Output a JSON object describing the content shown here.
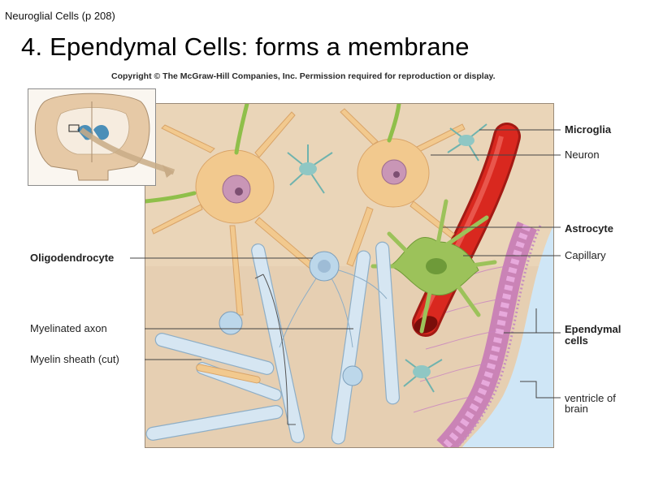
{
  "header": {
    "caption": "Neuroglial Cells  (p 208)",
    "title": "4.  Ependymal Cells:  forms a membrane"
  },
  "figure": {
    "copyright": "Copyright © The McGraw-Hill Companies, Inc. Permission required for reproduction or display.",
    "labels": {
      "microglia": "Microglia",
      "neuron": "Neuron",
      "astrocyte": "Astrocyte",
      "capillary": "Capillary",
      "ependymal_line1": "Ependymal",
      "ependymal_line2": "cells",
      "ventricle_line1": "ventricle of",
      "ventricle_line2": "brain",
      "oligodendrocyte": "Oligodendrocyte",
      "myelinated_axon": "Myelinated axon",
      "myelin_sheath": "Myelin sheath (cut)"
    }
  },
  "colors": {
    "background": "#e4cdb0",
    "neuron": "#f2c98e",
    "astrocyte": "#9cc25a",
    "microglia": "#8fc7c4",
    "oligodendrocyte": "#bcd7ea",
    "capillary": "#d9281f",
    "ependymal": "#d889c8",
    "ventricle": "#cfe6f6"
  }
}
